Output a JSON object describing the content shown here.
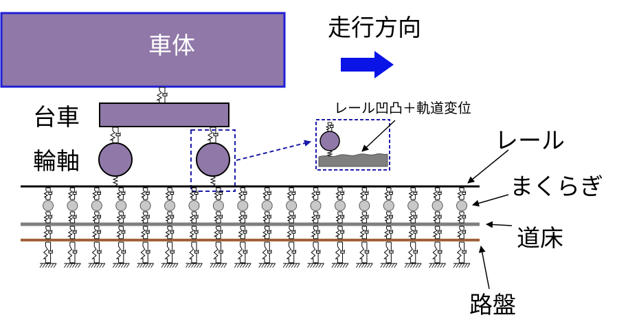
{
  "labels": {
    "car_body": "車体",
    "direction": "走行方向",
    "bogie": "台車",
    "wheelset": "輪軸",
    "inset_caption": "レール凹凸＋軌道変位",
    "rail": "レール",
    "sleepers": "まくらぎ",
    "ballast": "道床",
    "roadbed": "路盤"
  },
  "colors": {
    "body_fill": "#9079a8",
    "body_border": "#1f1fd6",
    "arrow": "#0a14e6",
    "inset_border": "#1a1aa8",
    "sleeper_ball": "#c8c8c8",
    "ballast_line": "#7f7f7f",
    "roadbed_line": "#a0623a",
    "rail_line": "#000000"
  },
  "icons": {
    "direction_arrow": "right-arrow-icon",
    "spring": "spring-damper-icon",
    "ground": "ground-hatch-icon"
  },
  "track": {
    "support_count": 18
  }
}
